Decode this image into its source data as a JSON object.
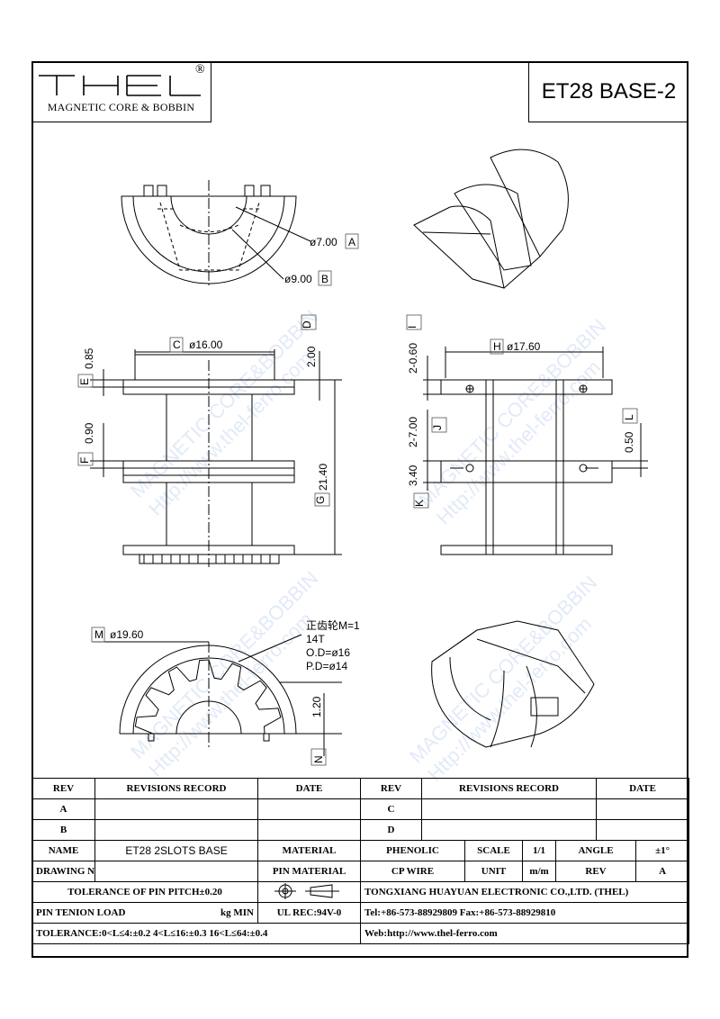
{
  "header": {
    "brand": "THEL",
    "registered": "®",
    "tagline": "MAGNETIC CORE & BOBBIN",
    "drawing_title": "ET28 BASE-2"
  },
  "dimensions": {
    "inner_dia": "ø7.00",
    "inner_dia_tag": "A",
    "outer_dia": "ø9.00",
    "outer_dia_tag": "B",
    "flange_dia": "ø16.00",
    "flange_dia_tag": "C",
    "d_value": "2.00",
    "d_tag": "D",
    "e_value": "0.85",
    "e_tag": "E",
    "f_value": "0.90",
    "f_tag": "F",
    "g_value": "21.40",
    "g_tag": "G",
    "h_value": "ø17.60",
    "h_tag": "H",
    "i_value": "2-0.60",
    "i_tag": "I",
    "j_value": "2-7.00",
    "j_tag": "J",
    "k_value": "3.40",
    "k_tag": "K",
    "l_value": "0.50",
    "l_tag": "L",
    "m_value": "ø19.60",
    "m_tag": "M",
    "n_value": "1.20",
    "n_tag": "N"
  },
  "gear_note": {
    "line1": "正齿轮M=1",
    "line2": "14T",
    "line3": "O.D=ø16",
    "line4": "P.D=ø14"
  },
  "watermark": {
    "text1": "MAGNETIC CORE&BOBBIN",
    "text2": "Http://www.thel-ferro.com"
  },
  "title_block": {
    "rev_label": "REV",
    "revisions_record_label": "REVISIONS RECORD",
    "date_label": "DATE",
    "rev_a": "A",
    "rev_b": "B",
    "rev_c": "C",
    "rev_d": "D",
    "name_label": "NAME",
    "name_value": "ET28 2SLOTS BASE",
    "material_label": "MATERIAL",
    "material_value": "PHENOLIC",
    "scale_label": "SCALE",
    "scale_value": "1/1",
    "angle_label": "ANGLE",
    "angle_value": "±1°",
    "drawing_no_label": "DRAWING NO",
    "pin_material_label": "PIN MATERIAL",
    "pin_material_value": "CP WIRE",
    "unit_label": "UNIT",
    "unit_value": "m/m",
    "rev2_label": "REV",
    "rev2_value": "A",
    "pin_pitch_tol": "TOLERANCE OF PIN PITCH±0.20",
    "company": "TONGXIANG HUAYUAN ELECTRONIC CO.,LTD. (THEL)",
    "pin_tension_label": "PIN TENION LOAD",
    "pin_tension_unit": "kg MIN",
    "ul_rec": "UL REC:94V-0",
    "tel": "Tel:+86-573-88929809 Fax:+86-573-88929810",
    "tolerance": "TOLERANCE:0<L≤4:±0.2  4<L≤16:±0.3  16<L≤64:±0.4",
    "web": "Web:http://www.thel-ferro.com"
  }
}
